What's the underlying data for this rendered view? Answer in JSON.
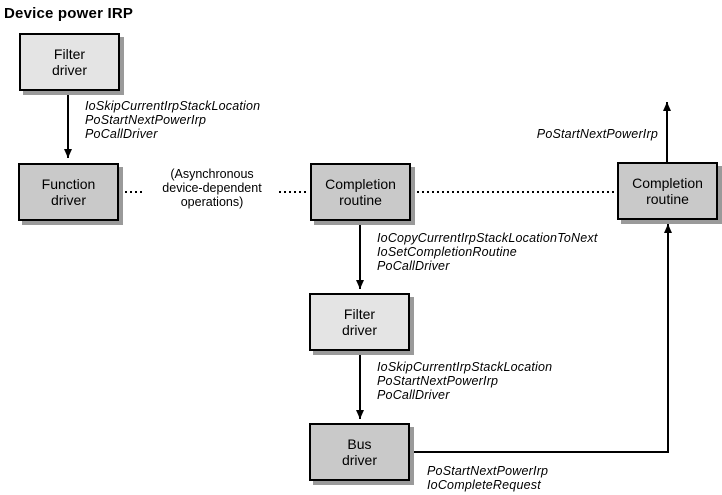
{
  "title": "Device power IRP",
  "colors": {
    "background": "#ffffff",
    "box_light": "#e4e4e4",
    "box_dark": "#c9c9c9",
    "box_border": "#000000",
    "box_shadow": "#9a9a9a",
    "line": "#000000"
  },
  "boxes": [
    {
      "id": "filter-driver-top",
      "label": "Filter\ndriver",
      "variant": "light"
    },
    {
      "id": "function-driver",
      "label": "Function\ndriver",
      "variant": "dark"
    },
    {
      "id": "completion-routine-mid",
      "label": "Completion\nroutine",
      "variant": "dark"
    },
    {
      "id": "completion-routine-right",
      "label": "Completion\nroutine",
      "variant": "dark"
    },
    {
      "id": "filter-driver-mid",
      "label": "Filter\ndriver",
      "variant": "light"
    },
    {
      "id": "bus-driver",
      "label": "Bus\ndriver",
      "variant": "dark"
    }
  ],
  "annotations": {
    "filter_top_calls": "IoSkipCurrentIrpStackLocation\nPoStartNextPowerIrp\nPoCallDriver",
    "async_note": "(Asynchronous\ndevice-dependent\noperations)",
    "completion_mid_calls": "IoCopyCurrentIrpStackLocationToNext\nIoSetCompletionRoutine\nPoCallDriver",
    "filter_mid_calls": "IoSkipCurrentIrpStackLocation\nPoStartNextPowerIrp\nPoCallDriver",
    "bus_calls": "PoStartNextPowerIrp\nIoCompleteRequest",
    "completion_right_call": "PoStartNextPowerIrp"
  }
}
